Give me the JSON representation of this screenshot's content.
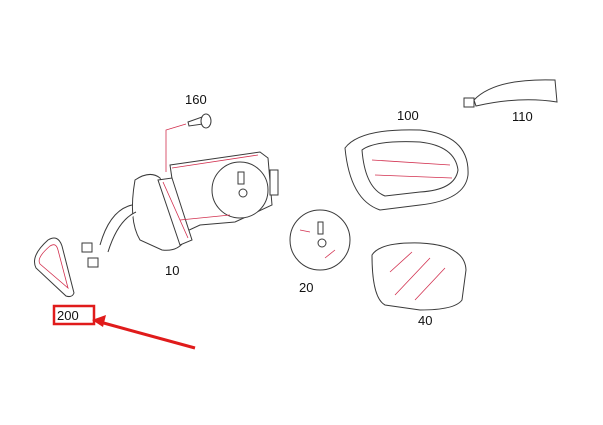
{
  "diagram": {
    "part_labels": {
      "screw": "160",
      "mirror_housing_assembly": "10",
      "cover_cap": "100",
      "cable_connector": "110",
      "adjuster_plate": "20",
      "mirror_glass": "40",
      "gasket": "200"
    },
    "highlight": {
      "label": "200",
      "color": "#e01b1b"
    },
    "line_color": "#3a3a3a",
    "accent_color": "#d2304f"
  }
}
